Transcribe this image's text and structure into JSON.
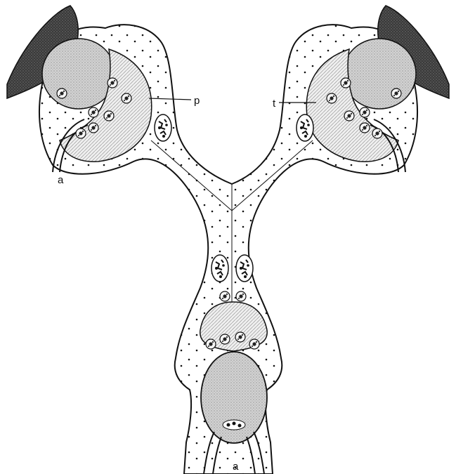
{
  "labels": {
    "p": "p",
    "t": "t",
    "a_left": "a",
    "a_bottom": "a"
  },
  "colors": {
    "ink": "#111111",
    "dark_mass": "#4a4a4a",
    "stipple": "#cfcfcf",
    "background": "#ffffff"
  }
}
